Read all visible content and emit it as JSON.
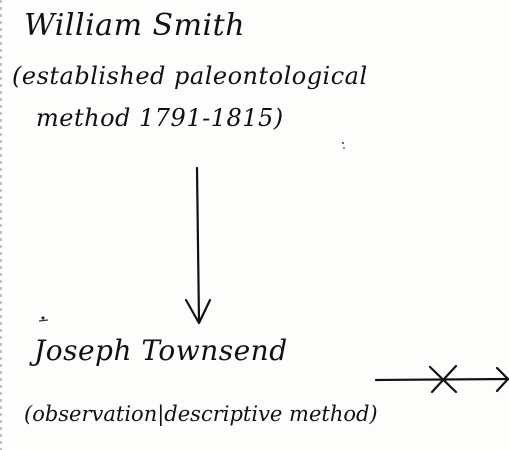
{
  "nodes": [
    {
      "name": "William Smith",
      "description_lines": [
        "(established paleontological",
        "method 1791-1815)"
      ]
    },
    {
      "name": "Joseph Townsend",
      "description": "(observation|descriptive method)"
    }
  ],
  "edges": [
    {
      "from": "William Smith",
      "to": "Joseph Townsend",
      "style": "arrow-down"
    },
    {
      "from": "Joseph Townsend",
      "to": "offscreen-right",
      "style": "crossed-arrow"
    }
  ],
  "colors": {
    "ink": "#111111",
    "paper": "#fdfdfc"
  }
}
